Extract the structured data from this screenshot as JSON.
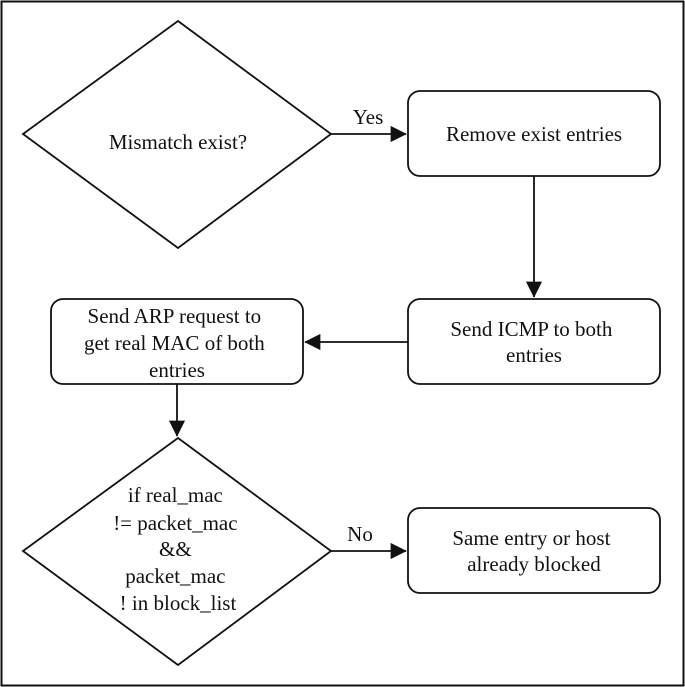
{
  "nodes": {
    "mismatch": {
      "lines": [
        "Mismatch exist?"
      ]
    },
    "remove": {
      "lines": [
        "Remove exist entries"
      ]
    },
    "icmp": {
      "lines": [
        "Send ICMP to both",
        "entries"
      ]
    },
    "arp": {
      "lines": [
        "Send ARP request to",
        "get real MAC of both",
        "entries"
      ]
    },
    "check": {
      "lines": [
        "if real_mac",
        "!= packet_mac",
        "&&",
        "packet_mac",
        "! in block_list"
      ]
    },
    "same": {
      "lines": [
        "Same entry or host",
        "already blocked"
      ]
    }
  },
  "edges": {
    "yes_label": "Yes",
    "no_label": "No"
  }
}
